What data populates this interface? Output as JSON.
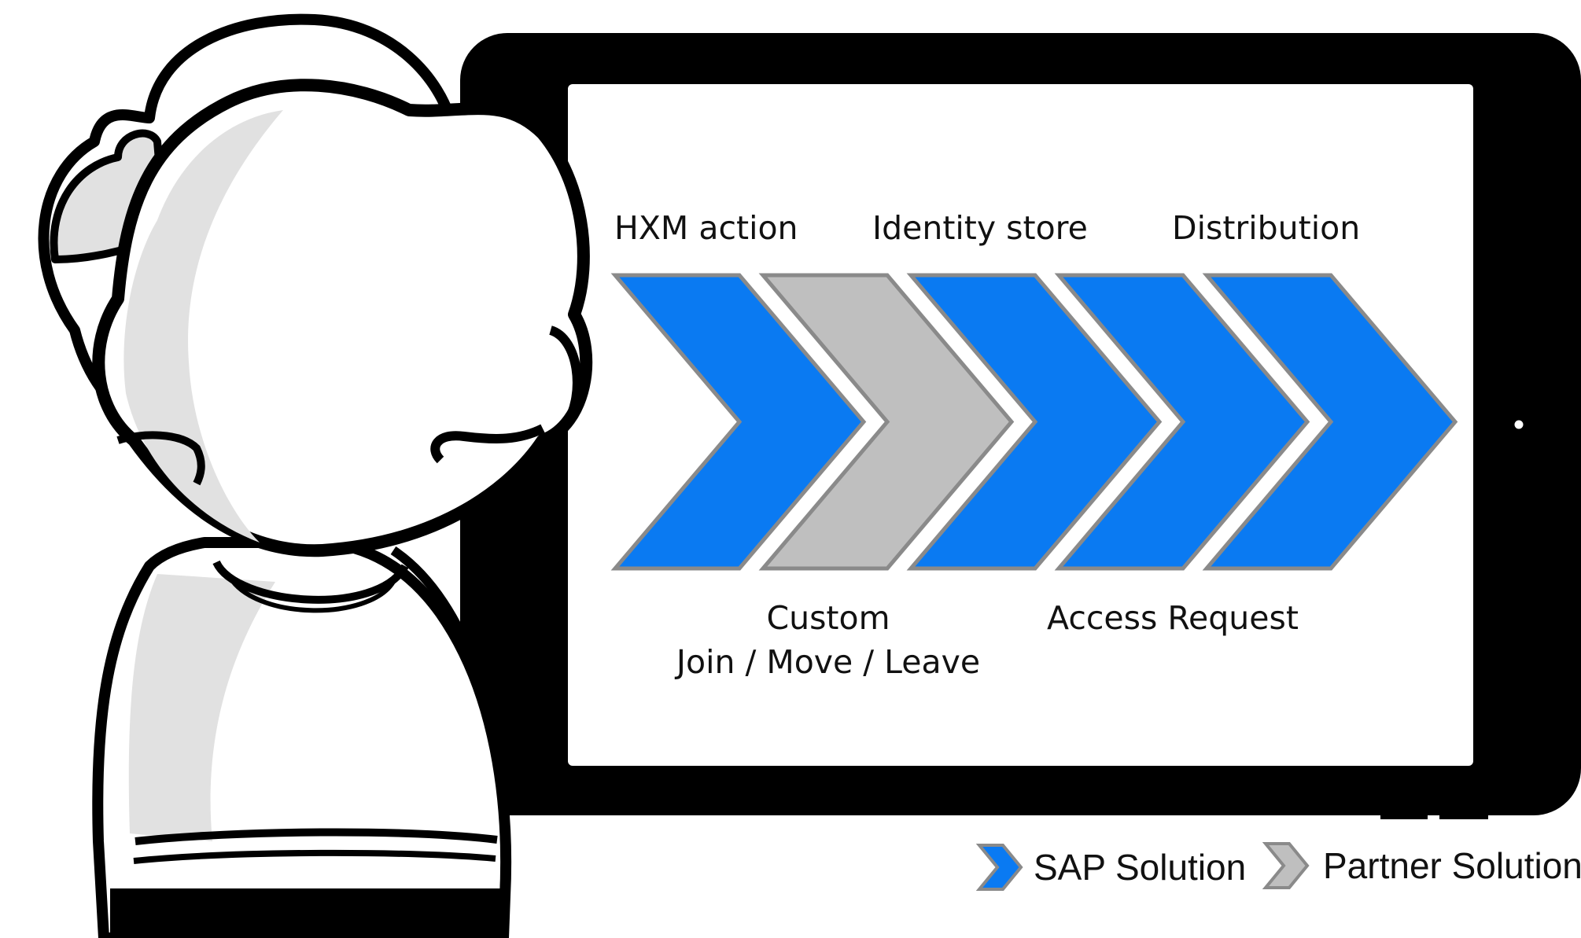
{
  "stages_top": [
    {
      "id": "hxm-action",
      "label": "HXM action"
    },
    {
      "id": "identity-store",
      "label": "Identity store"
    },
    {
      "id": "distribution",
      "label": "Distribution"
    }
  ],
  "stages_bottom": [
    {
      "id": "custom-jml",
      "line1": "Custom",
      "line2": "Join / Move / Leave"
    },
    {
      "id": "access-request",
      "line1": "Access Request"
    }
  ],
  "chevrons": [
    {
      "kind": "sap"
    },
    {
      "kind": "partner"
    },
    {
      "kind": "sap"
    },
    {
      "kind": "sap"
    },
    {
      "kind": "sap"
    }
  ],
  "legend": {
    "sap_label": "SAP Solution",
    "partner_label": "Partner Solution"
  },
  "colors": {
    "sap": "#0a7af2",
    "partner": "#bfbfbf",
    "chevron_stroke": "#8a8a8a",
    "tablet_frame": "#000000",
    "person_shade": "#e1e1e1"
  },
  "icons": [
    "person-illustration",
    "tablet-device",
    "tablet-camera-icon",
    "chevron-icon"
  ]
}
